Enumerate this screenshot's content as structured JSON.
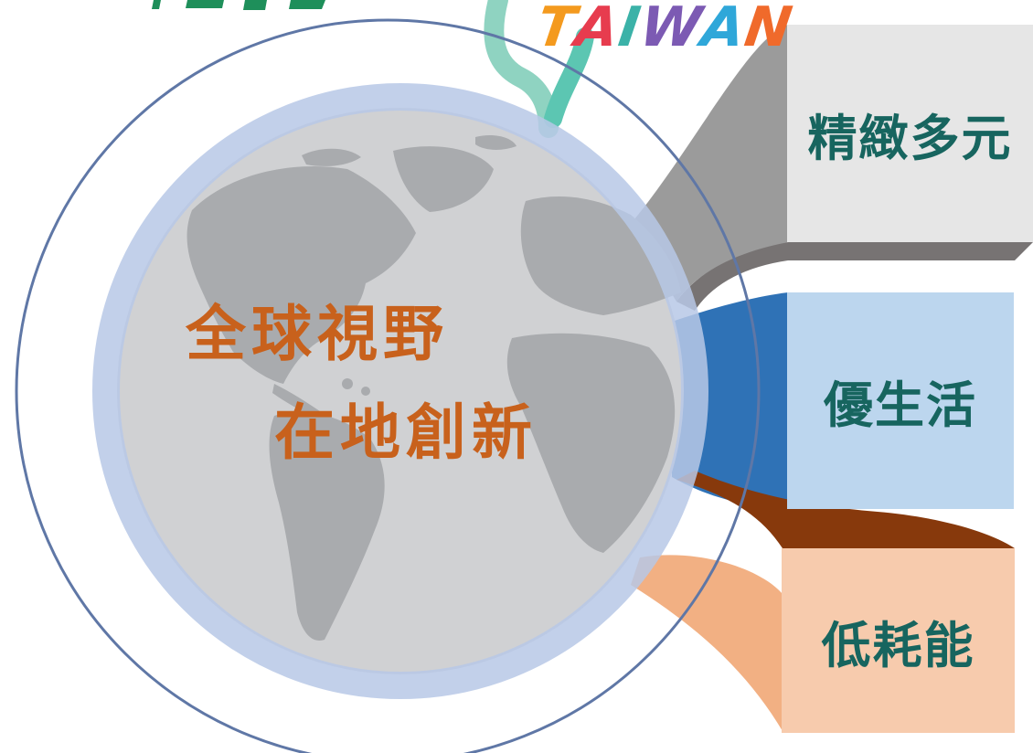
{
  "colors": {
    "accent_orange": "#c8611c",
    "box_text_teal": "#17655f",
    "box1_fill": "#e6e6e6",
    "box2_fill": "#bcd6ee",
    "box3_fill": "#f7cbad",
    "band1": "#9b9b9b",
    "band2": "#2f72b6",
    "band3_dark": "#87390c",
    "band3_light": "#f2b083",
    "ring_outer": "#5f77a6",
    "ring_inner": "#b7c8e6",
    "globe": "#d0d1d3",
    "land": "#a9abae"
  },
  "logo": {
    "word": "TAIWAN",
    "letter_colors": [
      "#f49a1e",
      "#e73c4e",
      "#3bb2a8",
      "#7c5ab3",
      "#2fa7d9",
      "#f06a2b"
    ]
  },
  "center": {
    "line1": "全球視野",
    "line2": "在地創新"
  },
  "items": [
    {
      "label": "精緻多元"
    },
    {
      "label": "優生活"
    },
    {
      "label": "低耗能"
    }
  ]
}
